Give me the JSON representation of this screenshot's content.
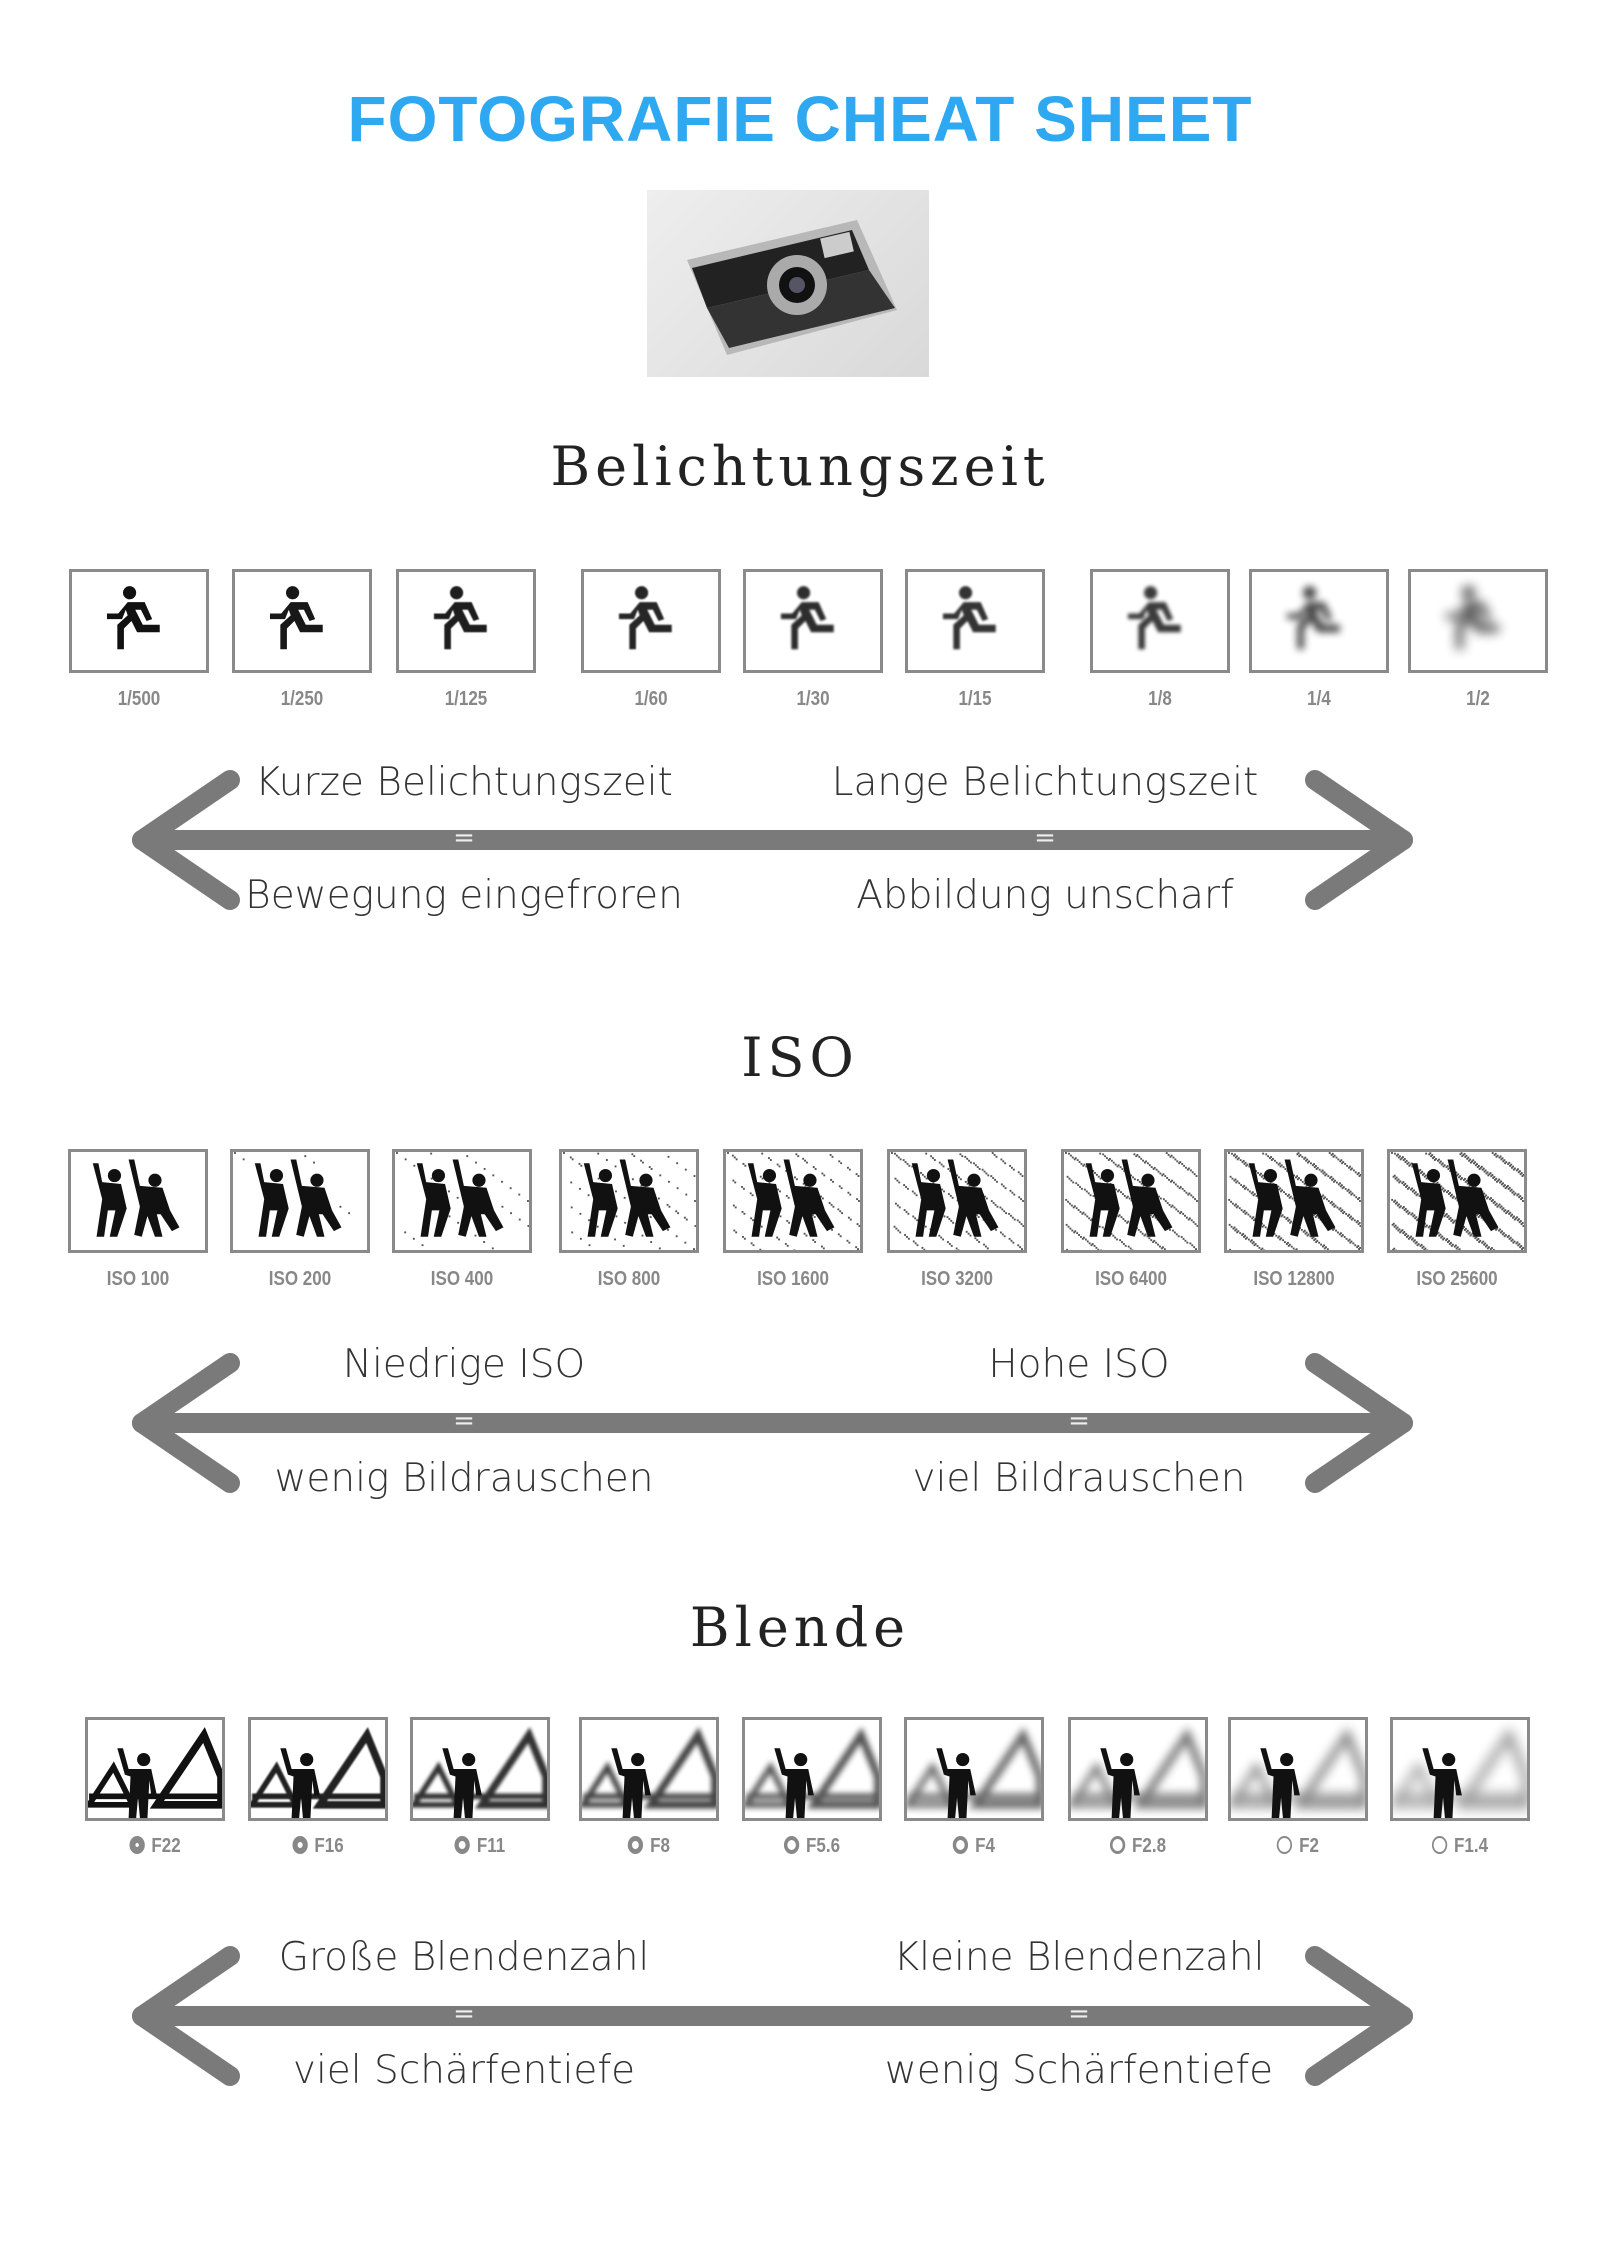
{
  "title": "FOTOGRAFIE CHEAT SHEET",
  "sections": [
    {
      "heading": "Belichtungszeit",
      "icon": "runner",
      "labels": [
        "1/500",
        "1/250",
        "1/125",
        "1/60",
        "1/30",
        "1/15",
        "1/8",
        "1/4",
        "1/2"
      ],
      "left_top": "Kurze Belichtungszeit",
      "left_bottom": "Bewegung eingefroren",
      "right_top": "Lange Belichtungszeit",
      "right_bottom": "Abbildung unscharf",
      "equals": "="
    },
    {
      "heading": "ISO",
      "icon": "dancers",
      "labels": [
        "ISO 100",
        "ISO 200",
        "ISO 400",
        "ISO 800",
        "ISO 1600",
        "ISO 3200",
        "ISO 6400",
        "ISO 12800",
        "ISO 25600"
      ],
      "left_top": "Niedrige ISO",
      "left_bottom": "wenig Bildrauschen",
      "right_top": "Hohe ISO",
      "right_bottom": "viel Bildrauschen",
      "equals": "="
    },
    {
      "heading": "Blende",
      "icon": "mountain-person",
      "labels": [
        "F22",
        "F16",
        "F11",
        "F8",
        "F5.6",
        "F4",
        "F2.8",
        "F2",
        "F1.4"
      ],
      "left_top": "Große Blendenzahl",
      "left_bottom": "viel Schärfentiefe",
      "right_top": "Kleine Blendenzahl",
      "right_bottom": "wenig Schärfentiefe",
      "equals": "="
    }
  ],
  "colors": {
    "title": "#2ea8f0",
    "arrow": "#7a7a7a",
    "label": "#888888"
  }
}
